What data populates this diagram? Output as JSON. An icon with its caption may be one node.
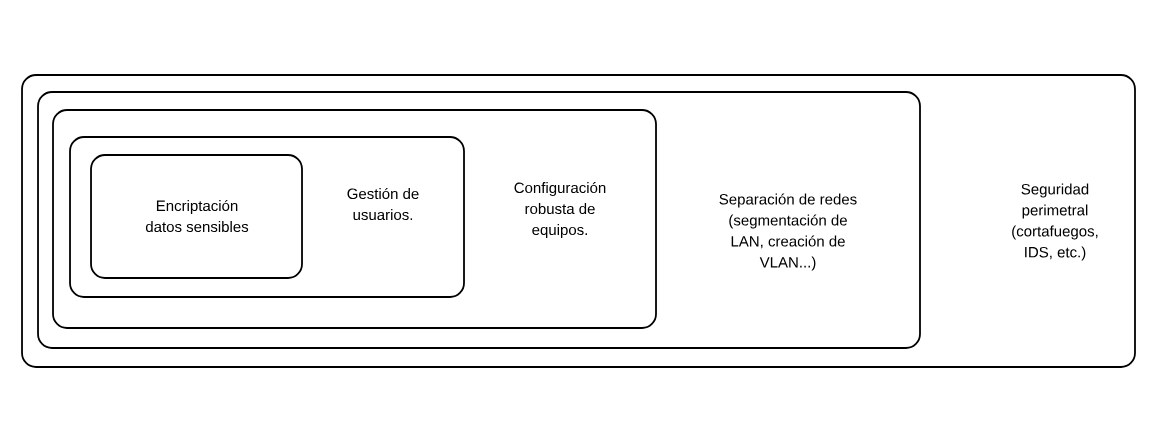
{
  "diagram": {
    "nodes": [
      {
        "text": [
          "Seguridad perimetral (cortafuegos, IDS, etc.)"
        ]
      },
      {
        "text": [
          "Separación de redes (segmentación de LAN, creación de VLAN...)"
        ],
        "in": 0
      },
      {
        "text": [
          "Configuración robusta de equipos."
        ],
        "in": 1
      },
      {
        "text": [
          "Gestión de usuarios."
        ],
        "in": 2
      },
      {
        "text": [
          "Encriptación datos sensibles"
        ],
        "in": 3
      }
    ]
  }
}
